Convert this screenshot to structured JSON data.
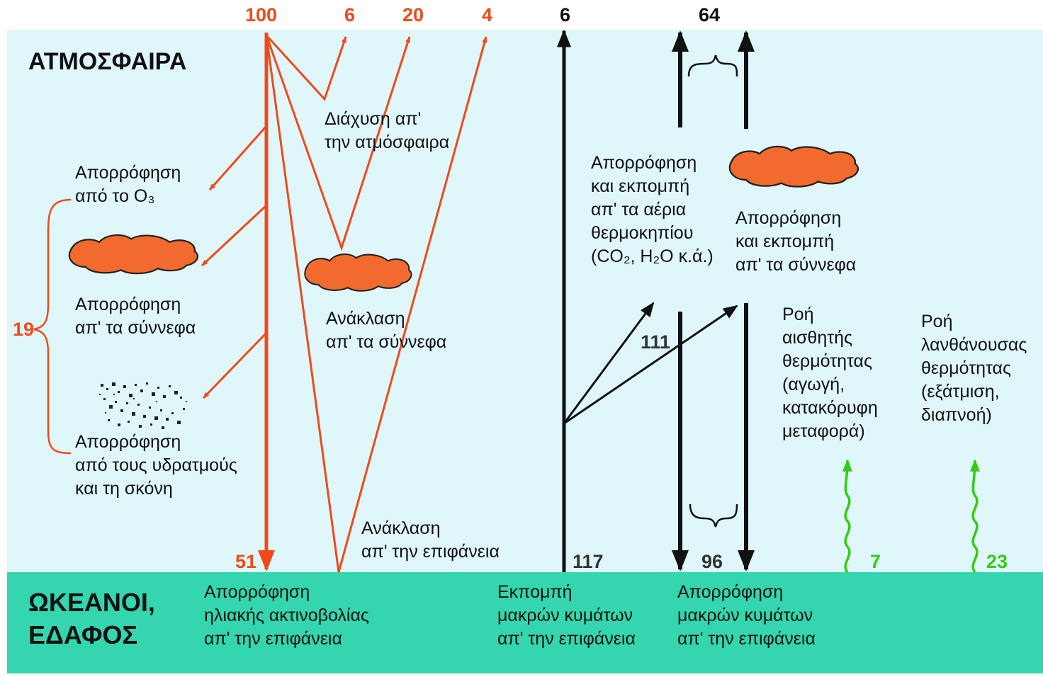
{
  "colors": {
    "sky": "#dff6fb",
    "ocean": "#33d6ae",
    "solar": "#f04a1a",
    "longwave": "#111111",
    "heat_flux": "#33cc11",
    "cloud": "#f26a2e"
  },
  "zones": {
    "atmosphere": "ΑΤΜΟΣΦΑΙΡΑ",
    "surface": "ΩΚΕΑΝΟΙ,\nΕΔΑΦΟΣ"
  },
  "numbers": {
    "incoming_solar": "100",
    "scattered_out": "6",
    "cloud_reflected_out": "20",
    "surface_reflected_out": "4",
    "longwave_escape": "6",
    "atmosphere_emission_out": "64",
    "atmosphere_absorbed_total": "19",
    "surface_absorbed_solar": "51",
    "surface_longwave_emitted": "117",
    "longwave_to_atmosphere": "111",
    "back_radiation_absorbed": "96",
    "sensible_heat": "7",
    "latent_heat": "23"
  },
  "labels": {
    "scattering": "Διάχυση απ'\nτην ατμόσφαιρα",
    "ozone_absorption": "Απορρόφηση\nαπό το O₃",
    "cloud_absorption": "Απορρόφηση\nαπ' τα σύννεφα",
    "vapour_dust_absorption": "Απορρόφηση\nαπό τους υδρατμούς\nκαι τη σκόνη",
    "cloud_reflection": "Ανάκλαση\nαπ' τα σύννεφα",
    "surface_reflection": "Ανάκλαση\nαπ' την επιφάνεια",
    "greenhouse_gases": "Απορρόφηση\nκαι εκπομπή\nαπ' τα αέρια\nθερμοκηπίου\n(CO₂, H₂O κ.ά.)",
    "cloud_emission": "Απορρόφηση\nκαι εκπομπή\nαπ' τα σύννεφα",
    "sensible_flux": "Ροή\nαισθητής\nθερμότητας\n(αγωγή,\nκατακόρυφη\nμεταφορά)",
    "latent_flux": "Ροή\nλανθάνουσας\nθερμότητας\n(εξάτμιση,\nδιαπνοή)",
    "surface_solar_absorption": "Απορρόφηση\nηλιακής ακτινοβολίας\nαπ' την επιφάνεια",
    "longwave_emission": "Εκπομπή\nμακρών κυμάτων\nαπ' την επιφάνεια",
    "longwave_absorption": "Απορρόφηση\nμακρών κυμάτων\nαπ' την επιφάνεια"
  }
}
